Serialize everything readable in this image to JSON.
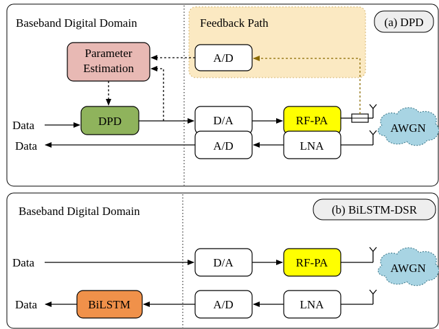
{
  "colors": {
    "feedback_bg": "#fbe9c2",
    "param_est": "#e8b9b4",
    "dpd": "#8fb35c",
    "rf_pa": "#ffff00",
    "bilstm": "#f0914a",
    "awgn": "#a8d4e3",
    "feedback_arrow": "#8a6a00"
  },
  "panel_a": {
    "domain_label": "Baseband Digital Domain",
    "feedback_label": "Feedback Path",
    "tag": "(a) DPD",
    "param_line1": "Parameter",
    "param_line2": "Estimation",
    "dpd": "DPD",
    "ad_feedback": "A/D",
    "da": "D/A",
    "rfpa": "RF-PA",
    "awgn": "AWGN",
    "ad_rx": "A/D",
    "lna": "LNA",
    "data_in": "Data",
    "data_out": "Data"
  },
  "panel_b": {
    "domain_label": "Baseband Digital Domain",
    "tag": "(b) BiLSTM-DSR",
    "da": "D/A",
    "rfpa": "RF-PA",
    "awgn": "AWGN",
    "ad_rx": "A/D",
    "lna": "LNA",
    "bilstm": "BiLSTM",
    "data_in": "Data",
    "data_out": "Data"
  }
}
